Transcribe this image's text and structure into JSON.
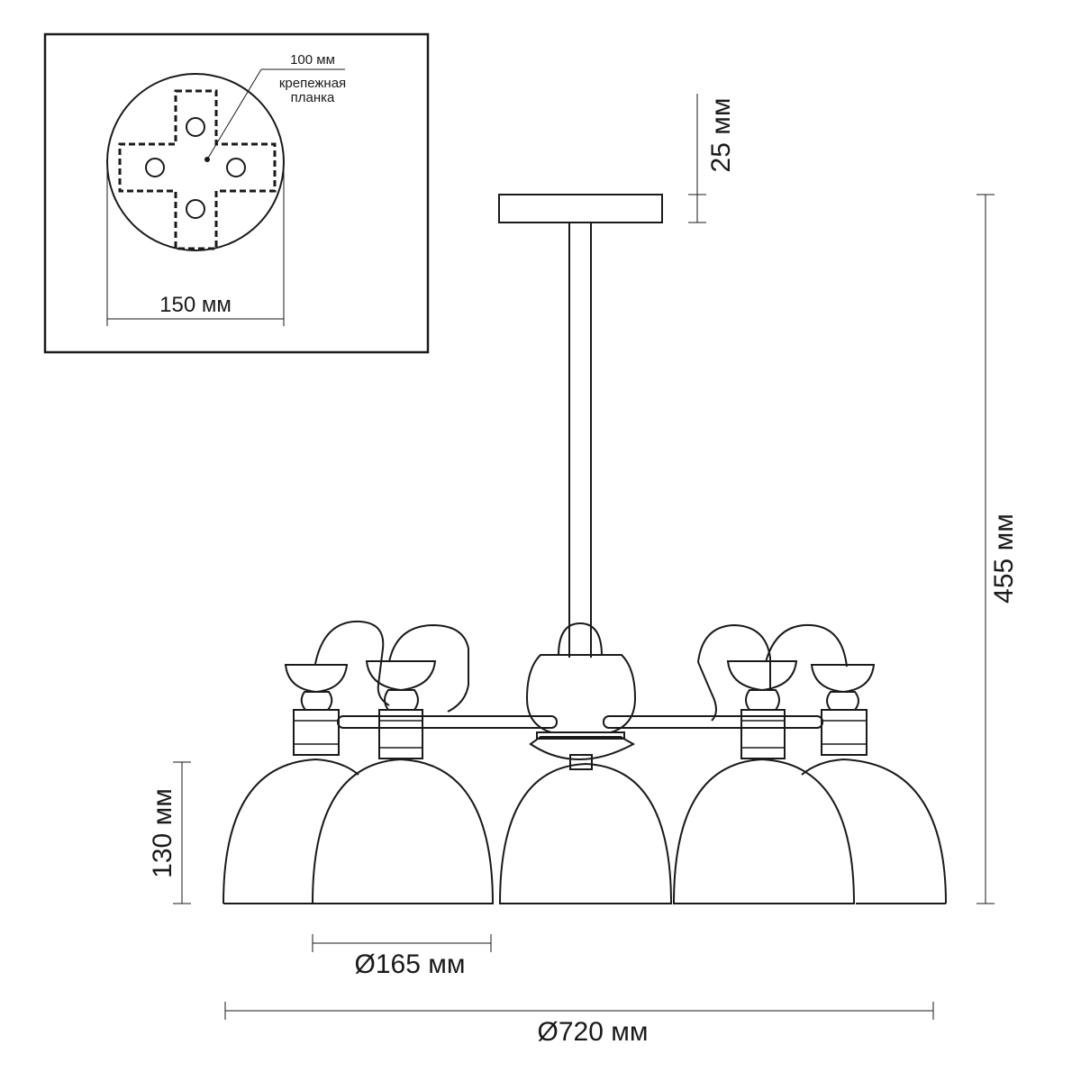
{
  "inset": {
    "plate_label_line1": "крепежная",
    "plate_label_line2": "планка",
    "hole_spacing": "100 мм",
    "plate_diameter": "150 мм"
  },
  "dimensions": {
    "canopy_height": "25 мм",
    "total_height": "455 мм",
    "shade_height": "130 мм",
    "shade_diameter": "Ø165 мм",
    "total_diameter": "Ø720 мм"
  },
  "colors": {
    "line": "#1a1a1a",
    "background": "#ffffff"
  }
}
